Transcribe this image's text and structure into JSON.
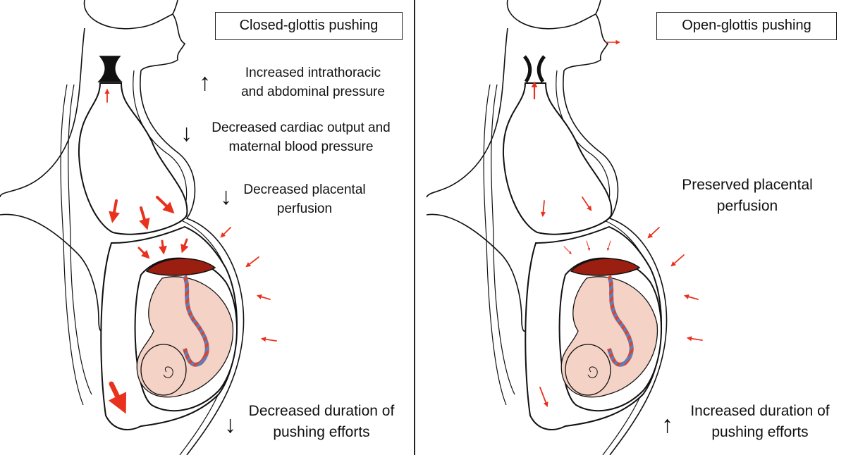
{
  "left_panel": {
    "title": "Closed-glottis pushing",
    "effects": [
      {
        "direction": "up",
        "line1": "Increased intrathoracic",
        "line2": "and abdominal pressure"
      },
      {
        "direction": "down",
        "line1": "Decreased cardiac output and",
        "line2": "maternal blood pressure"
      },
      {
        "direction": "down",
        "line1": "Decreased placental",
        "line2": "perfusion"
      },
      {
        "direction": "down",
        "line1": "Decreased duration of",
        "line2": "pushing efforts"
      }
    ]
  },
  "right_panel": {
    "title": "Open-glottis pushing",
    "effects": [
      {
        "direction": "none",
        "line1": "Preserved placental",
        "line2": "perfusion"
      },
      {
        "direction": "up",
        "line1": "Increased duration of",
        "line2": "pushing efforts"
      }
    ]
  },
  "colors": {
    "pressure_arrow": "#e8321e",
    "placenta": "#9a1f10",
    "fetus_skin": "#f4d3c6",
    "outline": "#111111"
  }
}
